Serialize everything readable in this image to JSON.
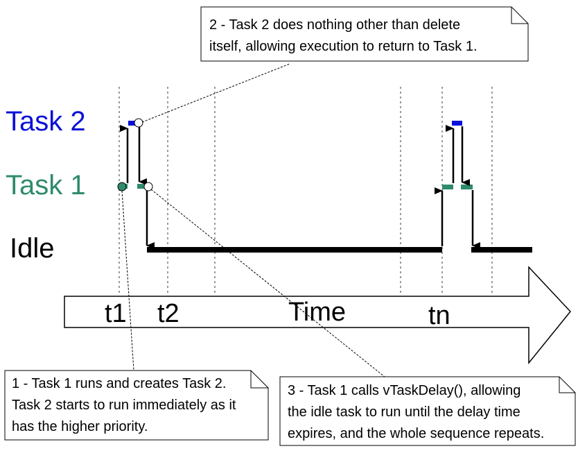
{
  "lanes": {
    "task2": {
      "label": "Task 2",
      "color": "#0a10d8"
    },
    "task1": {
      "label": "Task 1",
      "color": "#2e8b6b"
    },
    "idle": {
      "label": "Idle",
      "color": "#000000"
    }
  },
  "timeline": {
    "t1": "t1",
    "t2": "t2",
    "time": "Time",
    "tn": "tn"
  },
  "notes": {
    "note1": {
      "line1": "1 - Task 1 runs and creates Task 2.",
      "line2": "Task 2 starts to run immediately as it",
      "line3": "has the higher priority."
    },
    "note2": {
      "line1": "2 - Task 2 does nothing other than delete",
      "line2": "itself, allowing execution to return to Task 1."
    },
    "note3": {
      "line1": "3 - Task 1 calls vTaskDelay(), allowing",
      "line2": "the idle task to run until the delay time",
      "line3": "expires, and the whole sequence repeats."
    }
  }
}
